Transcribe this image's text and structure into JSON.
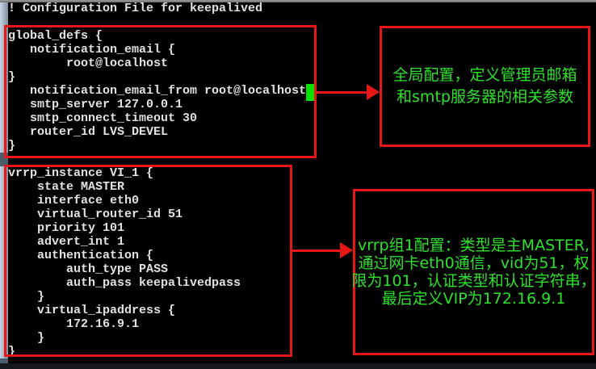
{
  "terminal": {
    "lines": [
      "! Configuration File for keepalived",
      "",
      "global_defs {",
      "   notification_email {",
      "        root@localhost",
      "}",
      "   notification_email_from root@localhost",
      "   smtp_server 127.0.0.1",
      "   smtp_connect_timeout 30",
      "   router_id LVS_DEVEL",
      "}",
      "",
      "vrrp_instance VI_1 {",
      "    state MASTER",
      "    interface eth0",
      "    virtual_router_id 51",
      "    priority 101",
      "    advert_int 1",
      "    authentication {",
      "        auth_type PASS",
      "        auth_pass keepalivedpass",
      "    }",
      "    virtual_ipaddress {",
      "        172.16.9.1",
      "    }",
      "}"
    ]
  },
  "annotations": {
    "global_note": {
      "lines": [
        "全局配置，定义管理员邮箱",
        "和smtp服务器的相关参数"
      ]
    },
    "vrrp_note": {
      "lines": [
        "vrrp组1配置：类型是主MASTER,",
        "通过网卡eth0通信，vid为51，权",
        "限为101，认证类型和认证字符串，",
        "最后定义VIP为172.16.9.1"
      ]
    }
  },
  "colors": {
    "annotation_red": "#e81717",
    "note_green": "#2ce22c",
    "cursor_green": "#00e400",
    "terminal_text": "#e2e2e2",
    "terminal_bg": "#000000"
  }
}
